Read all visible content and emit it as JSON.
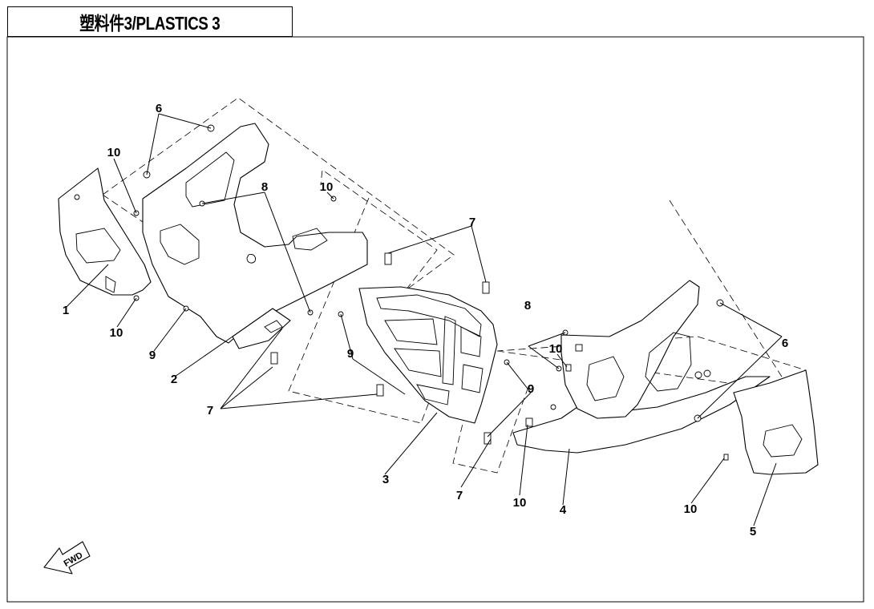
{
  "title": "塑料件3/PLASTICS 3",
  "callouts": {
    "c1": "1",
    "c2": "2",
    "c3": "3",
    "c4": "4",
    "c5": "5",
    "c6a": "6",
    "c6b": "6",
    "c7a": "7",
    "c7b": "7",
    "c7c": "7",
    "c8a": "8",
    "c8b": "8",
    "c9a": "9",
    "c9b": "9",
    "c9c": "9",
    "c10a": "10",
    "c10b": "10",
    "c10c": "10",
    "c10d": "10",
    "c10e": "10",
    "c10f": "10"
  },
  "fwd_label": "FWD"
}
